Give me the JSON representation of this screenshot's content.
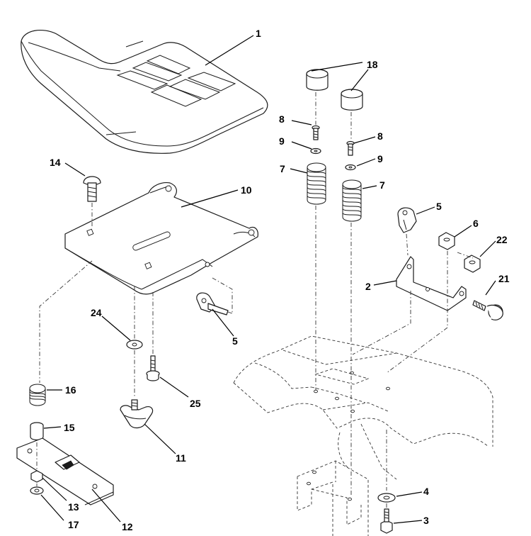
{
  "callouts": {
    "c1": "1",
    "c2": "2",
    "c3": "3",
    "c4": "4",
    "c5a": "5",
    "c5b": "5",
    "c6": "6",
    "c7a": "7",
    "c7b": "7",
    "c8a": "8",
    "c8b": "8",
    "c9a": "9",
    "c9b": "9",
    "c10": "10",
    "c11": "11",
    "c12": "12",
    "c13": "13",
    "c14": "14",
    "c15": "15",
    "c16": "16",
    "c17": "17",
    "c18": "18",
    "c21": "21",
    "c22": "22",
    "c24": "24",
    "c25": "25"
  }
}
